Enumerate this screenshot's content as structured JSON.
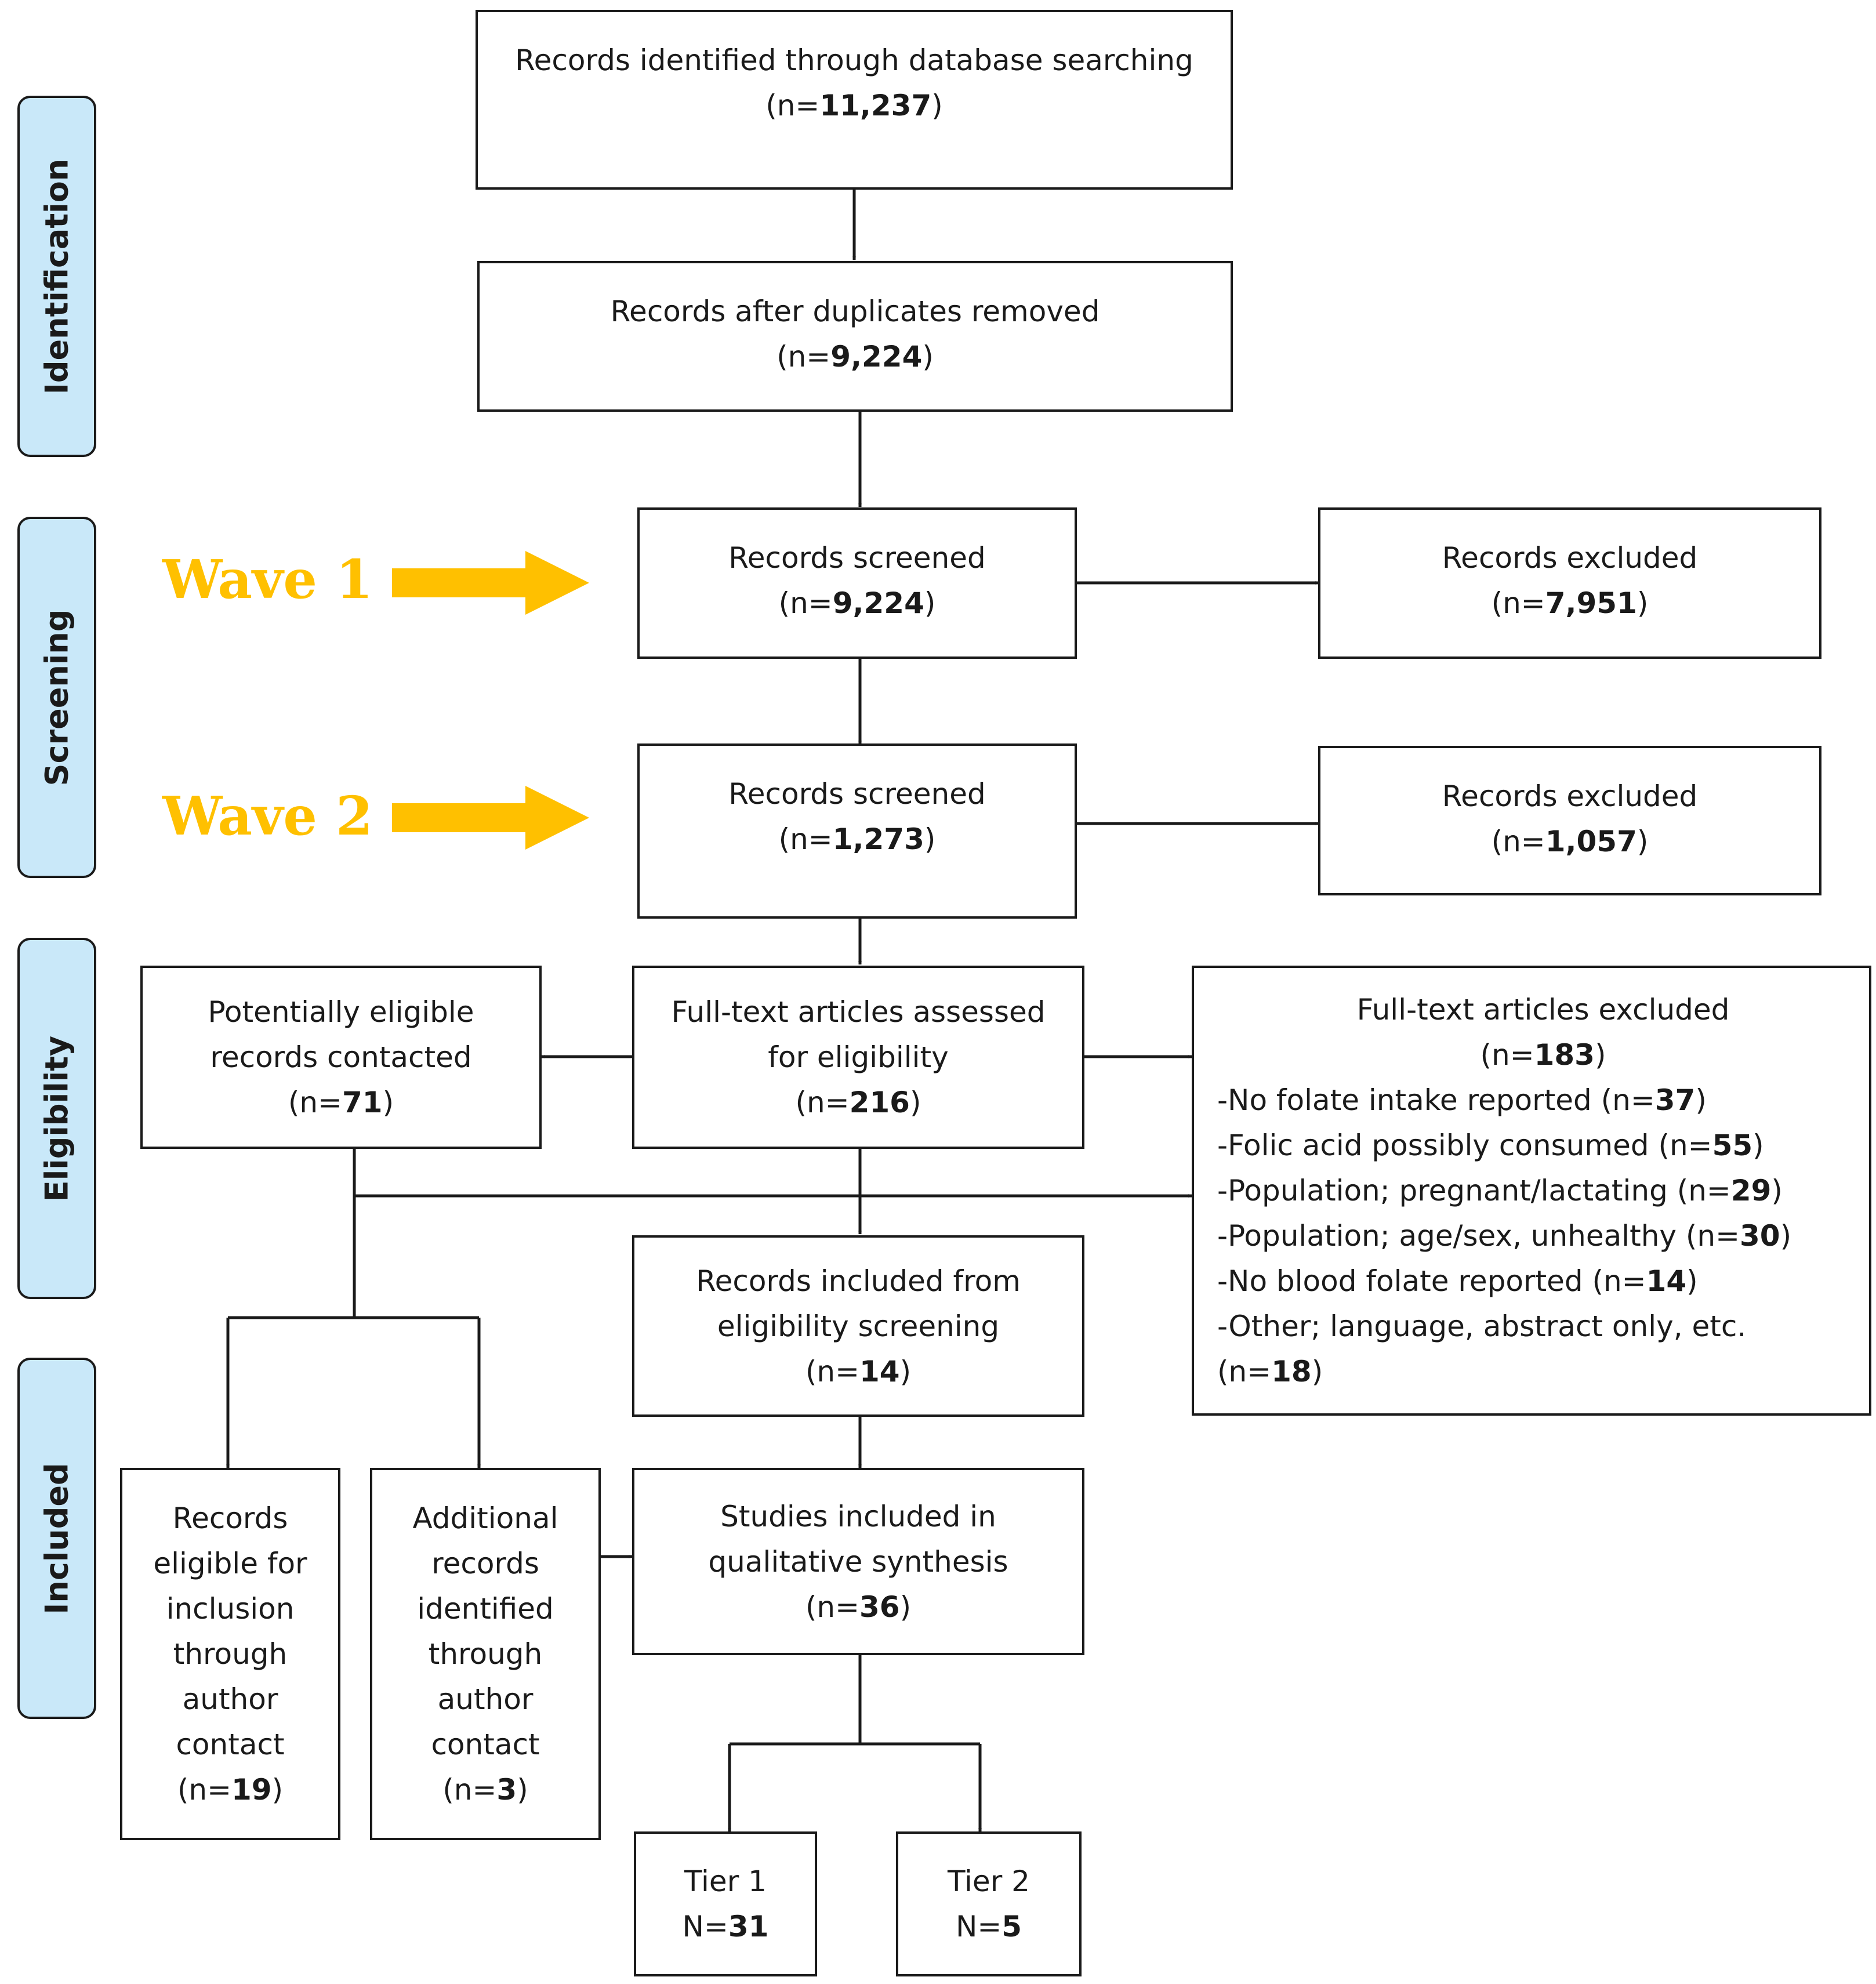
{
  "stages": [
    {
      "id": "identification",
      "label": "Identification"
    },
    {
      "id": "screening",
      "label": "Screening"
    },
    {
      "id": "eligibility",
      "label": "Eligibility"
    },
    {
      "id": "included",
      "label": "Included"
    }
  ],
  "waves": [
    {
      "label": "Wave 1",
      "color": "#ffc000"
    },
    {
      "label": "Wave 2",
      "color": "#ffc000"
    }
  ],
  "nodes": {
    "identified": {
      "lines": [
        "Records identified through database searching"
      ],
      "count_prefix": "(n=",
      "count": "11,237",
      "count_suffix": ")"
    },
    "deduplicated": {
      "lines": [
        "Records after duplicates removed"
      ],
      "count_prefix": "(n=",
      "count": "9,224",
      "count_suffix": ")"
    },
    "screened_w1": {
      "lines": [
        "Records screened"
      ],
      "count_prefix": "(n=",
      "count": "9,224",
      "count_suffix": ")"
    },
    "excluded_w1": {
      "lines": [
        "Records excluded"
      ],
      "count_prefix": "(n=",
      "count": "7,951",
      "count_suffix": ")"
    },
    "screened_w2": {
      "lines": [
        "Records screened"
      ],
      "count_prefix": "(n=",
      "count": "1,273",
      "count_suffix": ")"
    },
    "excluded_w2": {
      "lines": [
        "Records excluded"
      ],
      "count_prefix": "(n=",
      "count": "1,057",
      "count_suffix": ")"
    },
    "contacted": {
      "lines": [
        "Potentially eligible",
        "records contacted"
      ],
      "count_prefix": "(n=",
      "count": "71",
      "count_suffix": ")"
    },
    "fulltext": {
      "lines": [
        "Full-text articles assessed",
        "for eligibility"
      ],
      "count_prefix": "(n=",
      "count": "216",
      "count_suffix": ")"
    },
    "fulltext_excluded": {
      "title": "Full-text articles excluded",
      "count_prefix": "(n=",
      "count": "183",
      "count_suffix": ")",
      "reasons": [
        {
          "text": "-No folate intake reported (n=",
          "n": "37",
          "suffix": ")"
        },
        {
          "text": "-Folic acid possibly consumed (n=",
          "n": "55",
          "suffix": ")"
        },
        {
          "text": "-Population; pregnant/lactating (n=",
          "n": "29",
          "suffix": ")"
        },
        {
          "text": "-Population; age/sex, unhealthy (n=",
          "n": "30",
          "suffix": ")"
        },
        {
          "text": "-No blood folate reported (n=",
          "n": "14",
          "suffix": ")"
        },
        {
          "text": "-Other; language, abstract only, etc.",
          "n": "",
          "suffix": ""
        },
        {
          "text": "(n=",
          "n": "18",
          "suffix": ")"
        }
      ]
    },
    "included_eligibility": {
      "lines": [
        "Records included from",
        "eligibility screening"
      ],
      "count_prefix": "(n=",
      "count": "14",
      "count_suffix": ")"
    },
    "author_contact_eligible": {
      "lines": [
        "Records",
        "eligible for",
        "inclusion",
        "through",
        "author",
        "contact"
      ],
      "count_prefix": "(n=",
      "count": "19",
      "count_suffix": ")"
    },
    "author_contact_additional": {
      "lines": [
        "Additional",
        "records",
        "identified",
        "through",
        "author",
        "contact"
      ],
      "count_prefix": "(n=",
      "count": "3",
      "count_suffix": ")"
    },
    "synthesis": {
      "lines": [
        "Studies included in",
        "qualitative synthesis"
      ],
      "count_prefix": "(n=",
      "count": "36",
      "count_suffix": ")"
    },
    "tier1": {
      "lines": [
        "Tier 1"
      ],
      "count_prefix": "N=",
      "count": "31",
      "count_suffix": ""
    },
    "tier2": {
      "lines": [
        "Tier 2"
      ],
      "count_prefix": "N=",
      "count": "5",
      "count_suffix": ""
    }
  },
  "edges": [
    {
      "from": "identified",
      "to": "deduplicated"
    },
    {
      "from": "deduplicated",
      "to": "screened_w1"
    },
    {
      "from": "screened_w1",
      "to": "excluded_w1"
    },
    {
      "from": "screened_w1",
      "to": "screened_w2"
    },
    {
      "from": "screened_w2",
      "to": "excluded_w2"
    },
    {
      "from": "screened_w2",
      "to": "fulltext"
    },
    {
      "from": "fulltext",
      "to": "contacted"
    },
    {
      "from": "fulltext",
      "to": "fulltext_excluded"
    },
    {
      "from": "contacted",
      "to": "fulltext_excluded"
    },
    {
      "from": "contacted",
      "to": "author_contact_eligible"
    },
    {
      "from": "contacted",
      "to": "author_contact_additional"
    },
    {
      "from": "fulltext",
      "to": "included_eligibility"
    },
    {
      "from": "included_eligibility",
      "to": "synthesis"
    },
    {
      "from": "author_contact_additional",
      "to": "synthesis"
    },
    {
      "from": "synthesis",
      "to": "tier1"
    },
    {
      "from": "synthesis",
      "to": "tier2"
    }
  ]
}
